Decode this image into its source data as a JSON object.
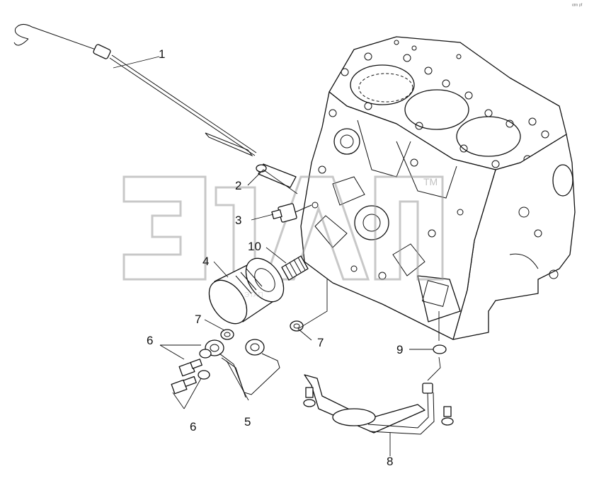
{
  "diagram": {
    "corner_mark": "ᵉᵗᵐ ᵖᶠ",
    "watermark": "ЭТАП",
    "watermark_small": "TM",
    "callouts": [
      {
        "id": "c1",
        "label": "1"
      },
      {
        "id": "c2",
        "label": "2"
      },
      {
        "id": "c3",
        "label": "3"
      },
      {
        "id": "c4",
        "label": "4"
      },
      {
        "id": "c5",
        "label": "5"
      },
      {
        "id": "c6a",
        "label": "6"
      },
      {
        "id": "c6b",
        "label": "6"
      },
      {
        "id": "c7a",
        "label": "7"
      },
      {
        "id": "c7b",
        "label": "7"
      },
      {
        "id": "c8",
        "label": "8"
      },
      {
        "id": "c9",
        "label": "9"
      },
      {
        "id": "c10",
        "label": "10"
      }
    ]
  }
}
